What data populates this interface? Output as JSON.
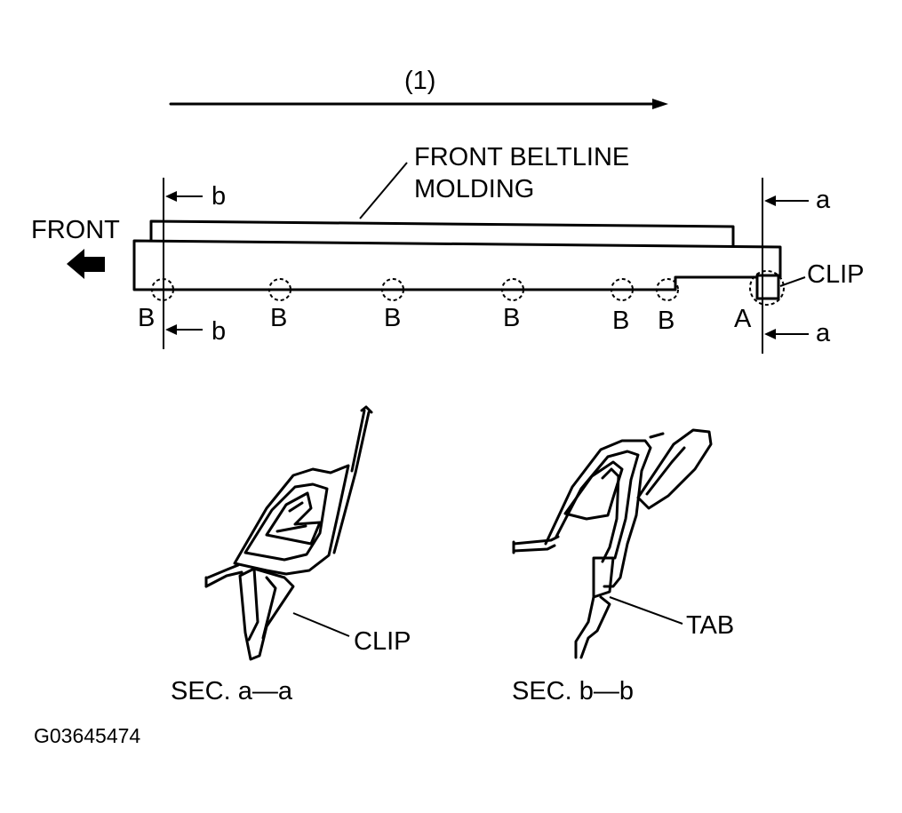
{
  "labels": {
    "dimension": "(1)",
    "part_name_line1": "FRONT BELTLINE",
    "part_name_line2": "MOLDING",
    "front": "FRONT",
    "clip_top": "CLIP",
    "section_a": "a",
    "section_b": "b",
    "point_a": "A",
    "point_b": "B",
    "clip_section": "CLIP",
    "tab": "TAB",
    "sec_aa": "SEC. a—a",
    "sec_bb": "SEC. b—b",
    "figure_code": "G03645474"
  },
  "clip_points_b_count": 6
}
